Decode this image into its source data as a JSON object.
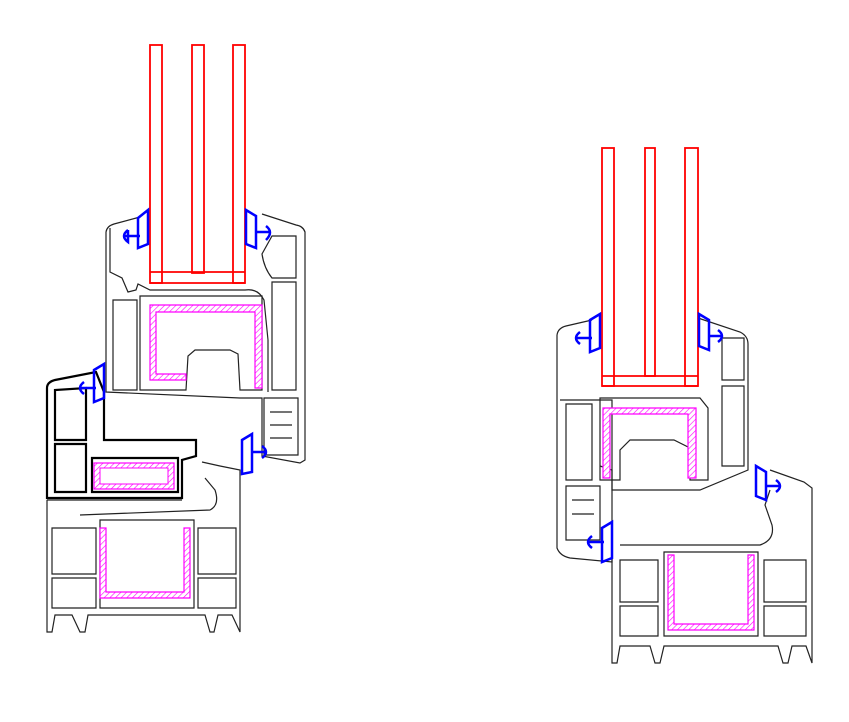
{
  "drawing": {
    "title": "",
    "colors": {
      "profile": "#222222",
      "glass": "#ff0000",
      "steel_reinforcement": "#ff00ff",
      "gasket": "#0000ff"
    },
    "sections": [
      {
        "id": "left-section",
        "glass_panes": 3
      },
      {
        "id": "right-section",
        "glass_panes": 3
      }
    ]
  }
}
